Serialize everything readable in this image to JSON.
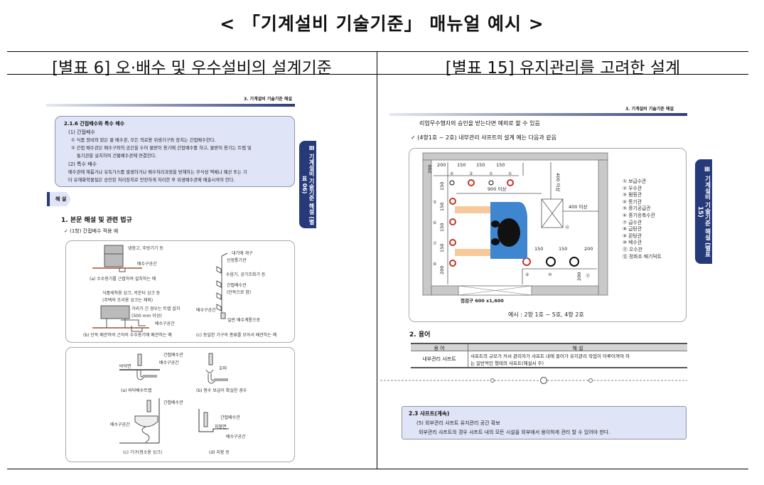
{
  "title": "< 「기계설비 기술기준」 매뉴얼 예시 >",
  "columns": [
    "[별표 6] 오·배수 및 우수설비의 설계기준",
    "[별표 15] 유지관리를 고려한 설계"
  ],
  "left": {
    "running_head": "3. 기계설비 기술기준 해설",
    "box": {
      "heading": "2.1.6 간접배수와 특수 배수",
      "l1": "(1) 간접배수",
      "l2": "① 식품 장비와 맑은 물 배수관, 모든 의료용 위생기구와 장치는 간접배수한다.",
      "l3": "② 간접 배수관은 배수구와의 공간을 두어 물받이 용기에 간접배수를 하고, 물받이 용기는 트랩 및",
      "l4": "통기관을 설치하여 건물배수관에 연결한다.",
      "l5": "(2) 특수 배수",
      "l6": "배수관에 해롭거나 유독가스를 발생하거나 배수처리과정을 방해하는 부식성 액체나 폐산 또는 기",
      "l7": "타 유해화학물질은 승인된 처리장치로 안전하게 처리한 후 위생배수관에 배출시켜야 한다."
    },
    "side_tab": "Ⅲ 기계설비 기술기준 해설 (별표 06)",
    "section_marker": "해 설",
    "section_title": "1. 본문 해설 및 관련 법규",
    "check_line": "✓ (1항) 간접배수 적용 예",
    "fig1": {
      "a_label1": "냉장고, 주방기기 등",
      "a_label2": "배수구공간",
      "a_cap": "(a) 수수용기를 근접하여 설치하는 예",
      "b_label1": "식품세척용 싱크, 카운터 싱크 등",
      "b_label2": "(주택의 조리용 싱크는 제외)",
      "b_label3": "거리가 긴 경우는 트랩 설치",
      "b_label4": "(500 mm 이상)",
      "b_label5": "배수구공간",
      "b_cap": "(b) 단독 배관하여 근처의 수수용기에 배관하는 예",
      "c_label1": "대기에 개구",
      "c_label2": "신정통기관",
      "c_label3": "수음기, 공기조화기 등",
      "c_label4": "간접배수관",
      "c_label5": "(단독으로 함)",
      "c_label6": "배수구공간",
      "c_label7": "일반 배수계통으로",
      "c_cap": "(c) 동일한 기구의 종류를 모아서 배관하는 예"
    },
    "fig2": {
      "a_l1": "간접배수관",
      "a_l2": "배수구공간",
      "a_l3": "바닥면",
      "a_cap": "(a) 바닥배수트랩",
      "b_l1": "호퍼",
      "b_cap": "(b) 봉수 보급이 확실한 경우",
      "c_l1": "간접배수관",
      "c_l2": "배수구공간",
      "c_cap": "(c) 기구(청소용 싱크)",
      "d_l1": "간접배수관",
      "d_l2": "지붕면",
      "d_l3": "배수구공간",
      "d_cap": "(d) 지붕 등"
    }
  },
  "right": {
    "running_head": "3. 기계설비 기술기준 해설",
    "line1": "리업무수행자의 승인을 받는다면 예외로 할 수 있음",
    "check_line": "✓ (4항1호 ~ 2호) 내부관리 샤프트의 설계 예는 다음과 같음",
    "diagram": {
      "d200a": "200",
      "d150a": "150",
      "d150b": "150",
      "d150c": "150",
      "d200side": "200",
      "v150a": "150",
      "v150b": "150",
      "v150c": "150",
      "v150d": "150",
      "v200": "200",
      "w900": "900 이상",
      "h400": "400 이상",
      "w400": "400 이상",
      "b150a": "150",
      "b150b": "150",
      "b200": "200",
      "b200v": "200",
      "hatch": "점검구 600 x1,600",
      "caption": "예시 : 2항 1호 ~ 5호, 4항 2호",
      "nums": [
        "④",
        "③",
        "②",
        "①",
        "⑤",
        "⑥",
        "⑦",
        "⑧",
        "⑨",
        "⑩",
        "⑪",
        "⑫"
      ]
    },
    "legend": [
      "① 보급수관",
      "② 우수관",
      "③ 펌핑관",
      "④ 통기관",
      "⑤ 증기공급관",
      "⑥ 증기응축수관",
      "⑦ 급수관",
      "⑧ 급탕관",
      "⑨ 환탕관",
      "⑩ 배수관",
      "⑪ 오수관",
      "⑫ 정화조 배기덕트"
    ],
    "side_tab": "Ⅲ 기계설비 기술기준 해설 (별표 15)",
    "terms_title": "2. 용어",
    "terms_table": {
      "headers": [
        "용 어",
        "해 설"
      ],
      "row_term": "내부관리 샤프트",
      "row_desc1": "샤프트의 규모가 커서 관리자가 샤프트 내에 들어가 유지관리 작업이 이루어져야 하",
      "row_desc2": "는 일반적인 형태의 샤프트(해설서 주)"
    },
    "box": {
      "heading": "2.3 샤프트(계속)",
      "l1": "(5) 외부관리 샤프트 유지관리 공간 확보",
      "l2": "외부관리 샤프트의 경우 샤프트 내의 모든 시설을 외부에서 용이하게 관리 할 수 있어야 한다."
    }
  },
  "colors": {
    "navy": "#263a7a",
    "box_fill": "#dfe4f6",
    "shirt": "#3f86d0",
    "pipe_red": "#c0392b"
  }
}
